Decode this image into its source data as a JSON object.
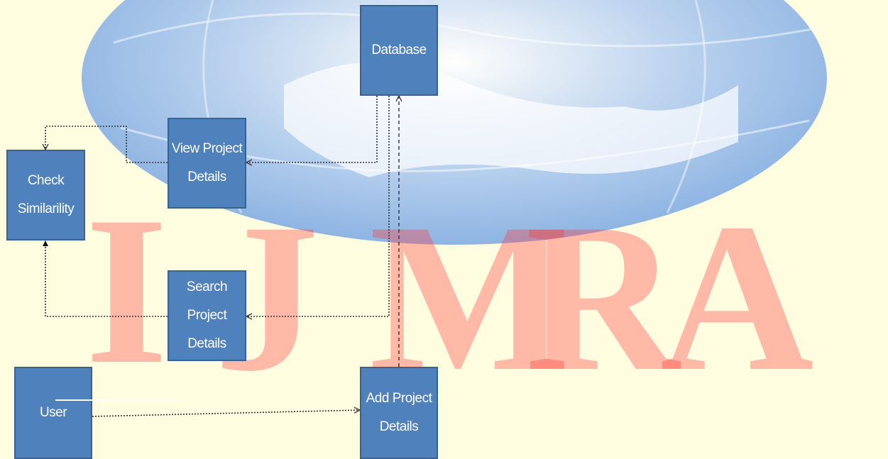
{
  "diagram": {
    "watermark": {
      "text": "IJMRA",
      "letters": [
        "I",
        "J",
        "M",
        "R",
        "A"
      ],
      "color": "#ff3a3a",
      "globe_color": "#6fa0e0"
    },
    "nodes": {
      "database": {
        "label": "Database"
      },
      "view_project_details": {
        "label": "View Project\nDetails"
      },
      "check_similarity": {
        "label": "Check\nSimilarility"
      },
      "search_project_details": {
        "label": "Search Project\nDetails"
      },
      "user": {
        "label": "User"
      },
      "add_project_details": {
        "label": "Add Project\nDetails"
      }
    },
    "edges": [
      {
        "from": "database",
        "to": "view_project_details",
        "style": "dotted"
      },
      {
        "from": "database",
        "to": "search_project_details",
        "style": "dotted"
      },
      {
        "from": "view_project_details",
        "to": "check_similarity",
        "style": "dotted"
      },
      {
        "from": "search_project_details",
        "to": "check_similarity",
        "style": "dotted"
      },
      {
        "from": "user",
        "to": "add_project_details",
        "style": "dotted"
      },
      {
        "from": "add_project_details",
        "to": "database",
        "style": "dashed"
      }
    ],
    "colors": {
      "node_fill": "#4f81bd",
      "node_border": "#3a6290",
      "node_text": "#ffffff",
      "edge": "#333333",
      "background": "#fffde0"
    }
  }
}
